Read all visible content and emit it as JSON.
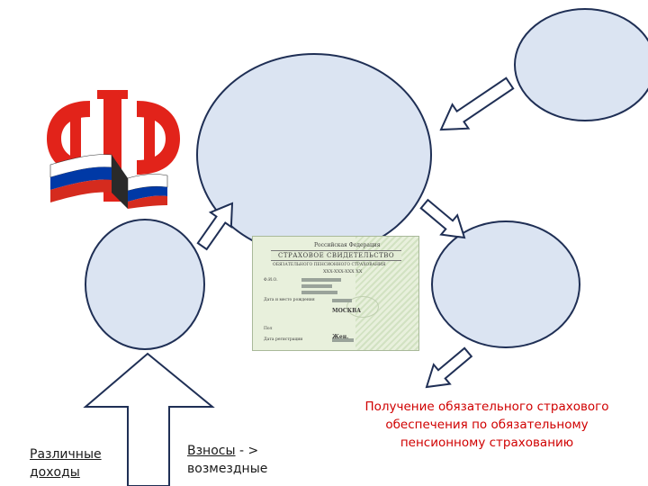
{
  "left_label": {
    "line1": "Различные",
    "line2": "доходы"
  },
  "middle_label": {
    "underlined": "Взносы",
    "rest": " - >",
    "line2": "возмездные"
  },
  "result_label": "Получение обязательного страхового обеспечения по обязательному пенсионному страхованию",
  "card": {
    "country": "Российская Федерация",
    "title": "СТРАХОВОЕ СВИДЕТЕЛЬСТВО",
    "subtitle": "ОБЯЗАТЕЛЬНОГО ПЕНСИОННОГО СТРАХОВАНИЯ",
    "number": "XXX-XXX-XXX XX",
    "field_name": "Ф.И.О.",
    "field_birth": "Дата и место рождения",
    "city": "МОСКВА",
    "field_sex": "Пол",
    "sex_value": "Жен.",
    "field_reg": "Дата регистрации"
  },
  "colors": {
    "ellipse_fill": "#dbe4f2",
    "ellipse_stroke": "#1f2f55",
    "logo_red": "#e2231a",
    "flag_blue": "#0039a6",
    "flag_red": "#d52b1e",
    "result_text": "#d00000"
  }
}
